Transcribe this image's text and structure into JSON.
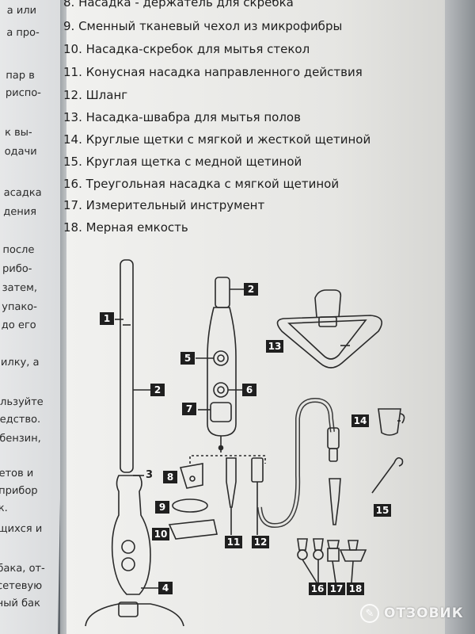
{
  "left_page": {
    "lines": [
      "а или",
      "а про-",
      "пар в",
      "риспо-",
      "к вы-",
      "одачи",
      "асадка",
      "дения",
      "после",
      "рибо-",
      "затем,",
      "упако-",
      "до его",
      "илку, а",
      "льзуйте",
      "едство.",
      "бензин,",
      "етов и",
      "прибор",
      "к.",
      "щихся и",
      "бака, от-",
      "сетевую",
      "ный бак"
    ]
  },
  "parts_list": [
    "8. Насадка - держатель для скребка",
    "9. Сменный тканевый чехол из микрофибры",
    "10. Насадка-скребок для мытья стекол",
    "11. Конусная насадка направленного действия",
    "12. Шланг",
    "13. Насадка-швабра для мытья полов",
    "14. Круглые щетки с мягкой и жесткой щетиной",
    "15. Круглая щетка с медной щетиной",
    "16. Треугольная насадка с мягкой щетиной",
    "17. Измерительный инструмент",
    "18. Мерная емкость"
  ],
  "callouts": {
    "c1": "1",
    "c2a": "2",
    "c2b": "2",
    "c3": "3",
    "c4": "4",
    "c5": "5",
    "c6": "6",
    "c7": "7",
    "c8": "8",
    "c9": "9",
    "c10": "10",
    "c11": "11",
    "c12": "12",
    "c13": "13",
    "c14": "14",
    "c15": "15",
    "c16": "16",
    "c17": "17",
    "c18": "18"
  },
  "watermark": {
    "icon": "chat-bubble-icon",
    "text": "ОТЗОВИК"
  }
}
